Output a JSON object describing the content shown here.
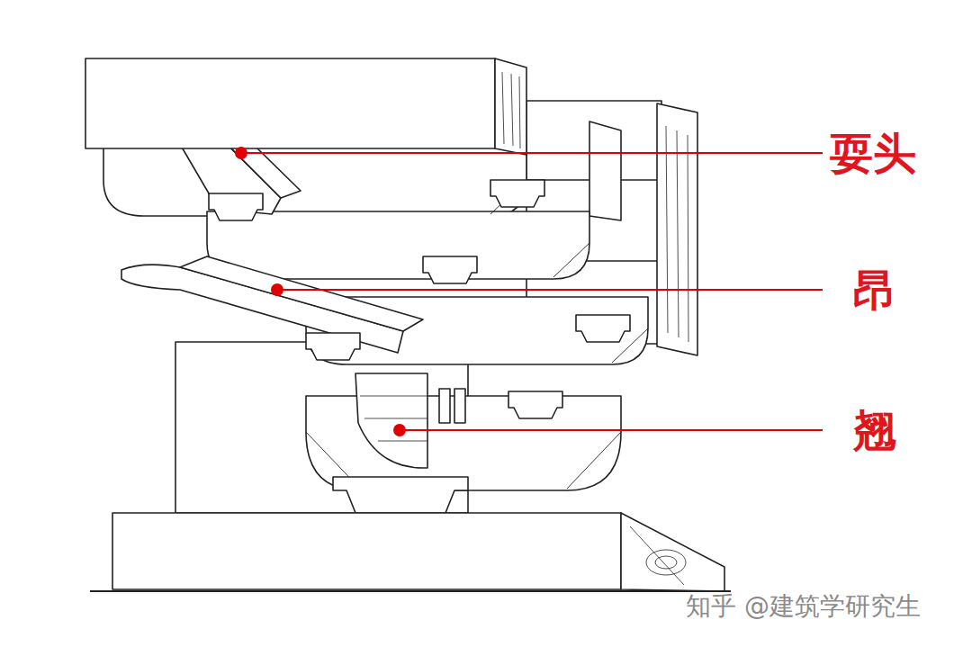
{
  "diagram": {
    "labels": [
      "耍头",
      "昂",
      "翘",
      "知乎 @建筑学研究生"
    ]
  }
}
